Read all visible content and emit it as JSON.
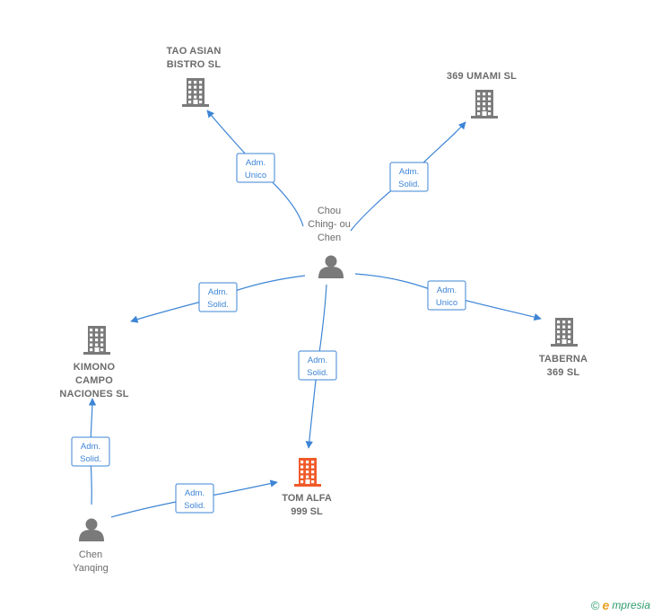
{
  "nodes": [
    {
      "id": "tao",
      "kind": "company",
      "lines": [
        "TAO ASIAN",
        "BISTRO SL"
      ]
    },
    {
      "id": "umami",
      "kind": "company",
      "lines": [
        "369 UMAMI  SL"
      ]
    },
    {
      "id": "chou",
      "kind": "person",
      "lines": [
        "Chou",
        "Ching- ou",
        "Chen"
      ]
    },
    {
      "id": "kimono",
      "kind": "company",
      "lines": [
        "KIMONO",
        "CAMPO",
        "NACIONES  SL"
      ]
    },
    {
      "id": "taberna",
      "kind": "company",
      "lines": [
        "TABERNA",
        "369  SL"
      ]
    },
    {
      "id": "tom",
      "kind": "company-focus",
      "lines": [
        "TOM ALFA",
        "999  SL"
      ]
    },
    {
      "id": "yanqing",
      "kind": "person",
      "lines": [
        "Chen",
        "Yanqing"
      ]
    }
  ],
  "edges": [
    {
      "id": "chou-tao",
      "from": "chou",
      "to": "tao",
      "lines": [
        "Adm.",
        "Unico"
      ]
    },
    {
      "id": "chou-umami",
      "from": "chou",
      "to": "umami",
      "lines": [
        "Adm.",
        "Solid."
      ]
    },
    {
      "id": "chou-kimono",
      "from": "chou",
      "to": "kimono",
      "lines": [
        "Adm.",
        "Solid."
      ]
    },
    {
      "id": "chou-taberna",
      "from": "chou",
      "to": "taberna",
      "lines": [
        "Adm.",
        "Unico"
      ]
    },
    {
      "id": "chou-tom",
      "from": "chou",
      "to": "tom",
      "lines": [
        "Adm.",
        "Solid."
      ]
    },
    {
      "id": "yanqing-kimono",
      "from": "yanqing",
      "to": "kimono",
      "lines": [
        "Adm.",
        "Solid."
      ]
    },
    {
      "id": "yanqing-tom",
      "from": "yanqing",
      "to": "tom",
      "lines": [
        "Adm.",
        "Solid."
      ]
    }
  ],
  "colors": {
    "edge": "#3d85d6",
    "company": "#7a7a7a",
    "focus": "#f05a28",
    "person": "#7a7a7a"
  },
  "brand": {
    "copyright": "©",
    "first_letter": "e",
    "rest": "mpresia"
  }
}
